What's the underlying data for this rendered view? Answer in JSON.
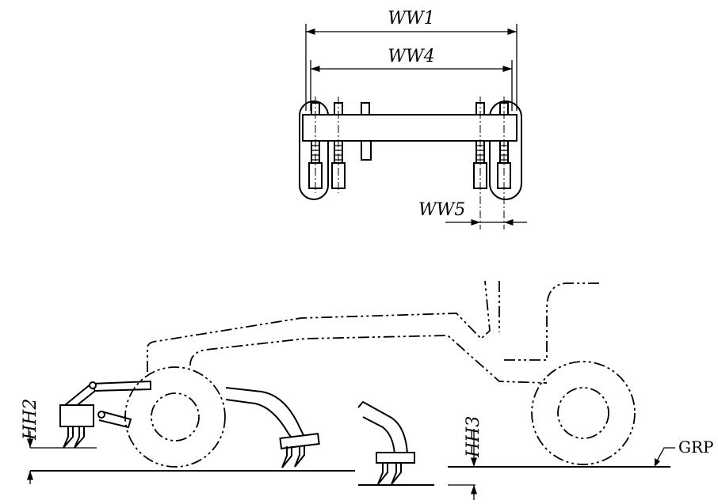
{
  "labels": {
    "ww1": "WW1",
    "ww4": "WW4",
    "ww5": "WW5",
    "hh2": "HH2",
    "hh3": "HH3",
    "grp": "GRP"
  }
}
